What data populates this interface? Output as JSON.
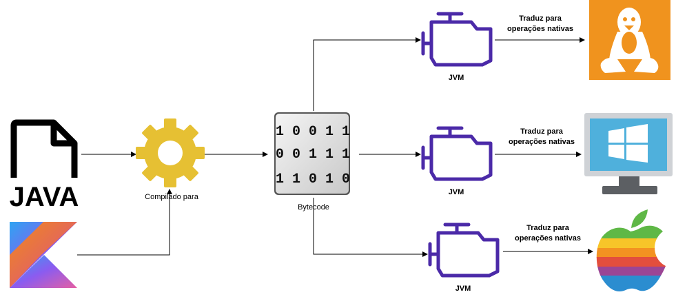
{
  "source_files": {
    "java_label": "JAVA"
  },
  "compile_label": "Compilado para",
  "bytecode": {
    "rows": [
      "1 0 0 1 1",
      "0 0 1 1 1",
      "1 1 0 1 0"
    ],
    "label": "Bytecode"
  },
  "targets": [
    {
      "jvm_label": "JVM",
      "note_line1": "Traduz para",
      "note_line2": "operações nativas",
      "os_icon": "linux-tux-icon"
    },
    {
      "jvm_label": "JVM",
      "note_line1": "Traduz para",
      "note_line2": "operações nativas",
      "os_icon": "windows-monitor-icon"
    },
    {
      "jvm_label": "JVM",
      "note_line1": "Traduz para",
      "note_line2": "operações nativas",
      "os_icon": "apple-logo-icon"
    }
  ],
  "colors": {
    "gear": "#e6c033",
    "engine": "#4b2aa8",
    "linux_bg": "#f0931e",
    "windows_screen": "#4fb0dc",
    "arrow": "#000000"
  }
}
